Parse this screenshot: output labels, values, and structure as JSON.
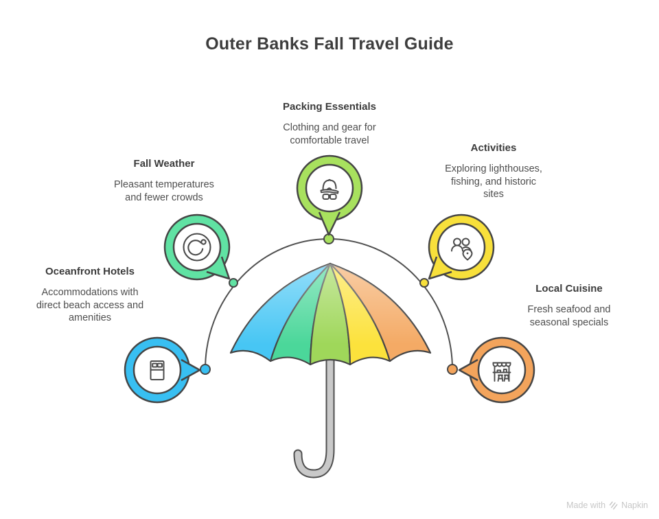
{
  "header": {
    "title": "Outer Banks Fall Travel Guide"
  },
  "nodes": [
    {
      "id": "fall-weather",
      "title": "Fall Weather",
      "description": "Pleasant temperatures\nand fewer crowds",
      "color": "#60e2a3",
      "icon": "thermometer-degree-icon"
    },
    {
      "id": "packing-essentials",
      "title": "Packing Essentials",
      "description": "Clothing and gear for\ncomfortable travel",
      "color": "#a8e15e",
      "icon": "cap-sunglasses-icon"
    },
    {
      "id": "activities",
      "title": "Activities",
      "description": "Exploring lighthouses,\nfishing, and historic\nsites",
      "color": "#f8e03b",
      "icon": "people-location-icon"
    },
    {
      "id": "oceanfront-hotels",
      "title": "Oceanfront Hotels",
      "description": "Accommodations with\ndirect beach access and\namenities",
      "color": "#38bff2",
      "icon": "bed-icon"
    },
    {
      "id": "local-cuisine",
      "title": "Local Cuisine",
      "description": "Fresh seafood and\nseasonal specials",
      "color": "#f3a45c",
      "icon": "market-stall-icon"
    }
  ],
  "umbrella": {
    "panel_colors": [
      "#47c6f4",
      "#4bd79a",
      "#9fd75a",
      "#fce23c",
      "#f4aa65"
    ],
    "pole_fill": "#c9c9c9",
    "pole_outline": "#4f4f4f",
    "outline": "#454545"
  },
  "connector": {
    "line_color": "#4f4f4f"
  },
  "watermark": {
    "made_with": "Made with",
    "brand": "Napkin"
  }
}
